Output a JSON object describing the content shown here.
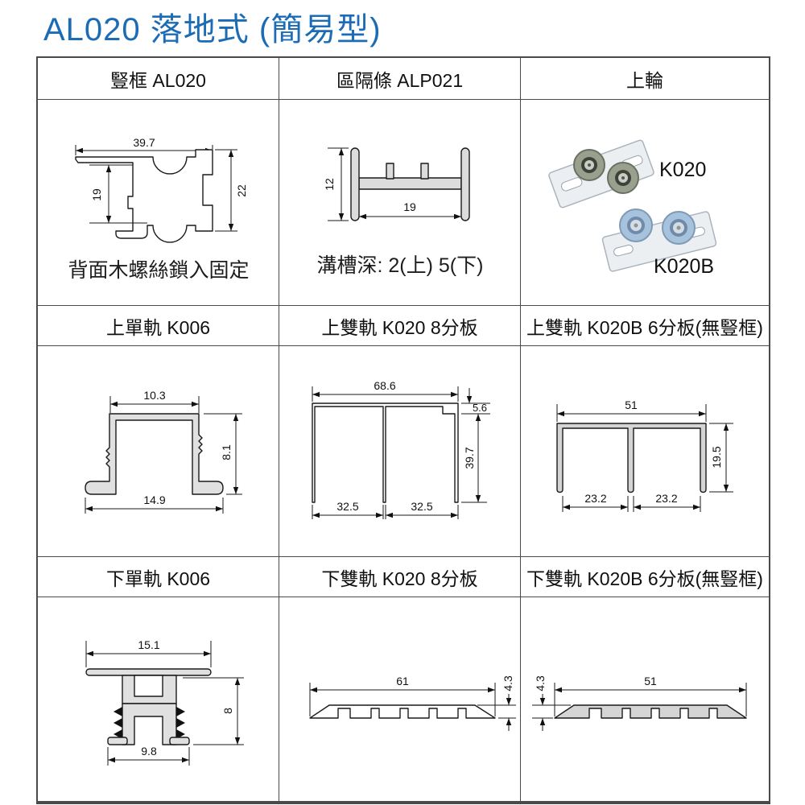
{
  "page_title": "AL020 落地式 (簡易型)",
  "colors": {
    "title_blue": "#1b6cb5",
    "grid_border": "#4a4a4a",
    "drawing_line": "#1a1a1a",
    "profile_gray": "#dcdcdc",
    "k020_wheel_gray": "#9aa08e",
    "k020b_wheel_blue": "#a7c2dc",
    "plate_silver": "#eceff2"
  },
  "table": {
    "r1c1": {
      "header": "豎框 AL020",
      "caption": "背面木螺絲鎖入固定",
      "dim_top": "39.7",
      "dim_left": "19",
      "dim_right": "22"
    },
    "r1c2": {
      "header": "區隔條 ALP021",
      "caption": "溝槽深: 2(上) 5(下)",
      "dim_height": "12",
      "dim_width": "19"
    },
    "r1c3": {
      "header": "上輪",
      "label_top": "K020",
      "label_bottom": "K020B"
    },
    "r2c1": {
      "header": "上單軌 K006",
      "dim_top": "10.3",
      "dim_height": "8.1",
      "dim_bottom": "14.9"
    },
    "r2c2": {
      "header": "上雙軌 K020 8分板",
      "dim_top": "68.6",
      "dim_step": "5.6",
      "dim_height": "39.7",
      "dim_bottom_left": "32.5",
      "dim_bottom_right": "32.5"
    },
    "r2c3": {
      "header": "上雙軌 K020B 6分板(無豎框)",
      "dim_top": "51",
      "dim_height": "19.5",
      "dim_bottom_left": "23.2",
      "dim_bottom_right": "23.2"
    },
    "r3c1": {
      "header": "下單軌 K006",
      "dim_top": "15.1",
      "dim_height": "8",
      "dim_bottom": "9.8"
    },
    "r3c2": {
      "header": "下雙軌 K020 8分板",
      "dim_width": "61",
      "dim_height": "4.3"
    },
    "r3c3": {
      "header": "下雙軌 K020B 6分板(無豎框)",
      "dim_width": "51",
      "dim_height": "4.3"
    }
  }
}
